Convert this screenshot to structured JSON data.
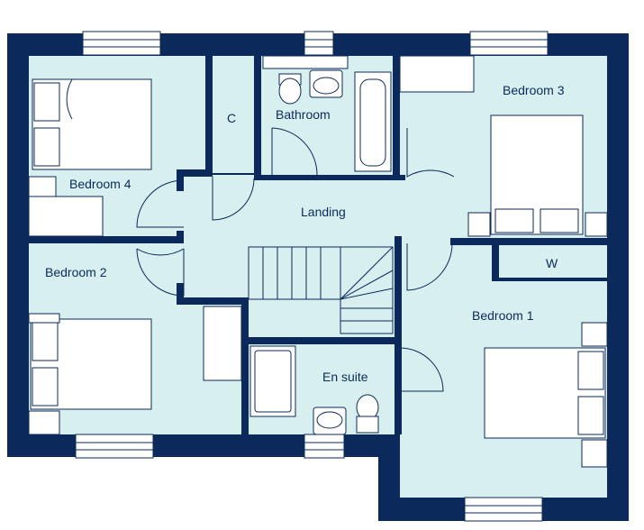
{
  "colors": {
    "wall": "#0b2a5b",
    "floor": "#d8eff0",
    "fixture": "#ffffff",
    "line": "#0b2a5b"
  },
  "rooms": {
    "bedroom4": "Bedroom 4",
    "cupboard": "C",
    "bathroom": "Bathroom",
    "bedroom3": "Bedroom 3",
    "landing": "Landing",
    "bedroom2": "Bedroom 2",
    "wardrobe": "W",
    "bedroom1": "Bedroom 1",
    "ensuite": "En suite"
  }
}
